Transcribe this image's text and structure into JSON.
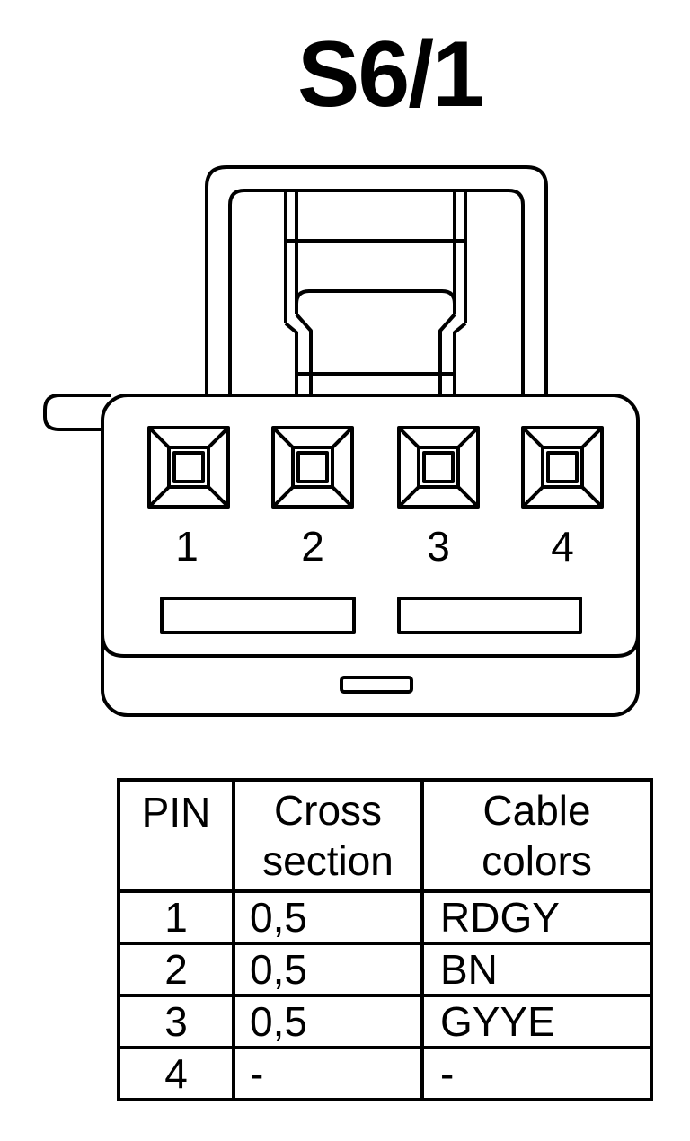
{
  "title": "S6/1",
  "connector": {
    "pin_labels": [
      "1",
      "2",
      "3",
      "4"
    ]
  },
  "table": {
    "headers": {
      "pin": "PIN",
      "cross_section": [
        "Cross",
        "section"
      ],
      "cable_colors": [
        "Cable",
        "colors"
      ]
    },
    "rows": [
      {
        "pin": "1",
        "cross_section": "0,5",
        "color": "RDGY"
      },
      {
        "pin": "2",
        "cross_section": "0,5",
        "color": "BN"
      },
      {
        "pin": "3",
        "cross_section": "0,5",
        "color": "GYYE"
      },
      {
        "pin": "4",
        "cross_section": "-",
        "color": "-"
      }
    ]
  }
}
